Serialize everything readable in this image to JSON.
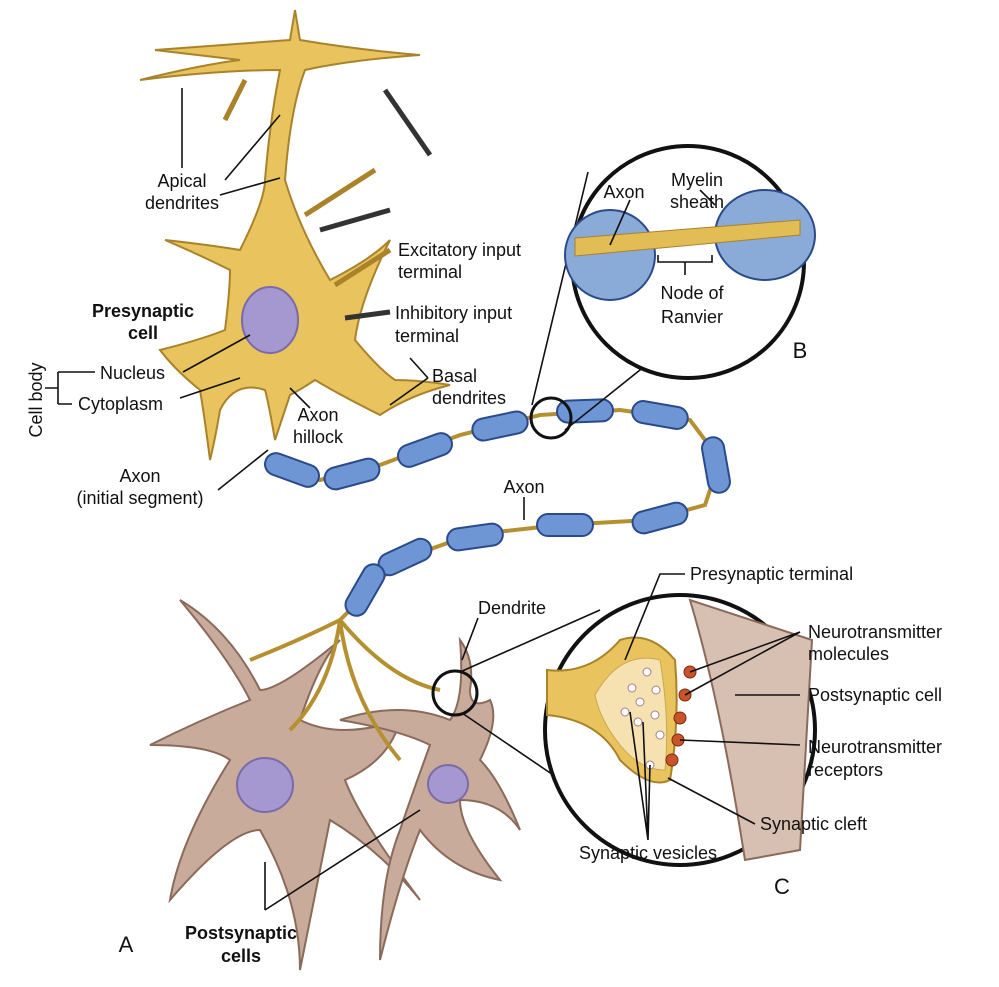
{
  "colors": {
    "presynaptic": "#e9c35e",
    "presynaptic_outline": "#a9822a",
    "postsynaptic": "#c9ab9b",
    "postsynaptic_outline": "#8a6a5a",
    "nucleus": "#a597cf",
    "myelin": "#6e96d4",
    "myelin_outline": "#2a4a8c",
    "inhibitory": "#333333",
    "receptor": "#c8552a"
  },
  "labels": {
    "apical_1": "Apical",
    "apical_2": "dendrites",
    "excitatory_1": "Excitatory input",
    "excitatory_2": "terminal",
    "inhibitory_1": "Inhibitory input",
    "inhibitory_2": "terminal",
    "presyn_1": "Presynaptic",
    "presyn_2": "cell",
    "cell_body": "Cell body",
    "nucleus": "Nucleus",
    "cytoplasm": "Cytoplasm",
    "basal_1": "Basal",
    "basal_2": "dendrites",
    "hillock_1": "Axon",
    "hillock_2": "hillock",
    "initial_1": "Axon",
    "initial_2": "(initial segment)",
    "axon": "Axon",
    "postsyn_1": "Postsynaptic",
    "postsyn_2": "cells",
    "panel_a": "A",
    "panel_b": "B",
    "panel_c": "C"
  },
  "inset_b": {
    "axon": "Axon",
    "myelin_1": "Myelin",
    "myelin_2": "sheath",
    "node_1": "Node of",
    "node_2": "Ranvier"
  },
  "inset_c": {
    "presyn_terminal": "Presynaptic terminal",
    "dendrite": "Dendrite",
    "nt_mol_1": "Neurotransmitter",
    "nt_mol_2": "molecules",
    "postsyn_cell": "Postsynaptic cell",
    "nt_rec_1": "Neurotransmitter",
    "nt_rec_2": "receptors",
    "cleft": "Synaptic cleft",
    "vesicles": "Synaptic vesicles"
  }
}
